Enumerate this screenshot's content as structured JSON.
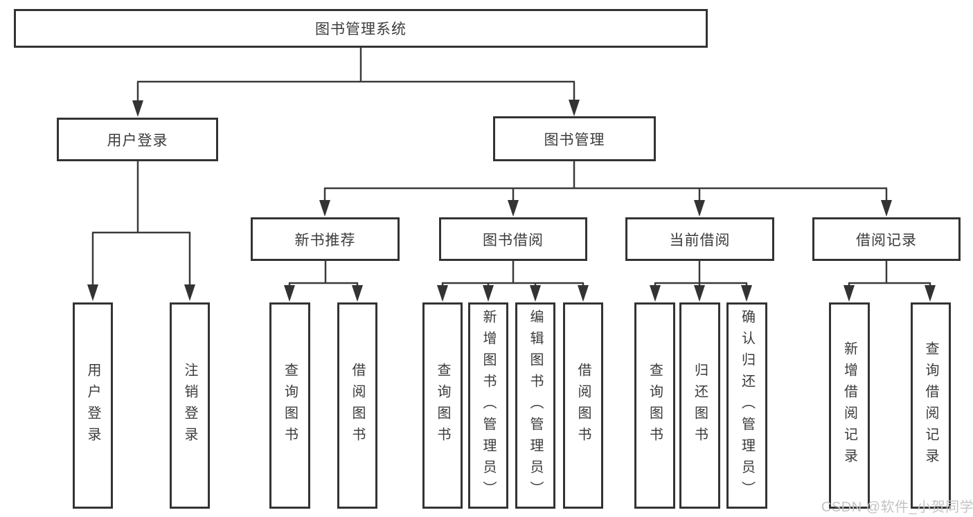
{
  "diagram": {
    "root": {
      "label": "图书管理系统"
    },
    "user_login": {
      "label": "用户登录",
      "children": {
        "login": {
          "label": "用户登录"
        },
        "logout": {
          "label": "注销登录"
        }
      }
    },
    "book_management": {
      "label": "图书管理",
      "modules": {
        "new_book_recommend": {
          "label": "新书推荐",
          "children": {
            "query": {
              "label": "查询图书"
            },
            "borrow": {
              "label": "借阅图书"
            }
          }
        },
        "book_borrow": {
          "label": "图书借阅",
          "children": {
            "query": {
              "label": "查询图书"
            },
            "add": {
              "label": "新增图书（管理员）"
            },
            "edit": {
              "label": "编辑图书（管理员）"
            },
            "borrow": {
              "label": "借阅图书"
            }
          }
        },
        "current_borrow": {
          "label": "当前借阅",
          "children": {
            "query": {
              "label": "查询图书"
            },
            "return": {
              "label": "归还图书"
            },
            "confirm_return": {
              "label": "确认归还（管理员）"
            }
          }
        },
        "borrow_records": {
          "label": "借阅记录",
          "children": {
            "add": {
              "label": "新增借阅记录"
            },
            "query": {
              "label": "查询借阅记录"
            }
          }
        }
      }
    },
    "colors": {
      "line": "#3a3a3a",
      "box_border": "#333333",
      "text": "#3b3b3b",
      "watermark": "#c6c2c2",
      "background": "#ffffff"
    },
    "watermark": {
      "text": "CSDN @软件_小贺同学"
    }
  }
}
